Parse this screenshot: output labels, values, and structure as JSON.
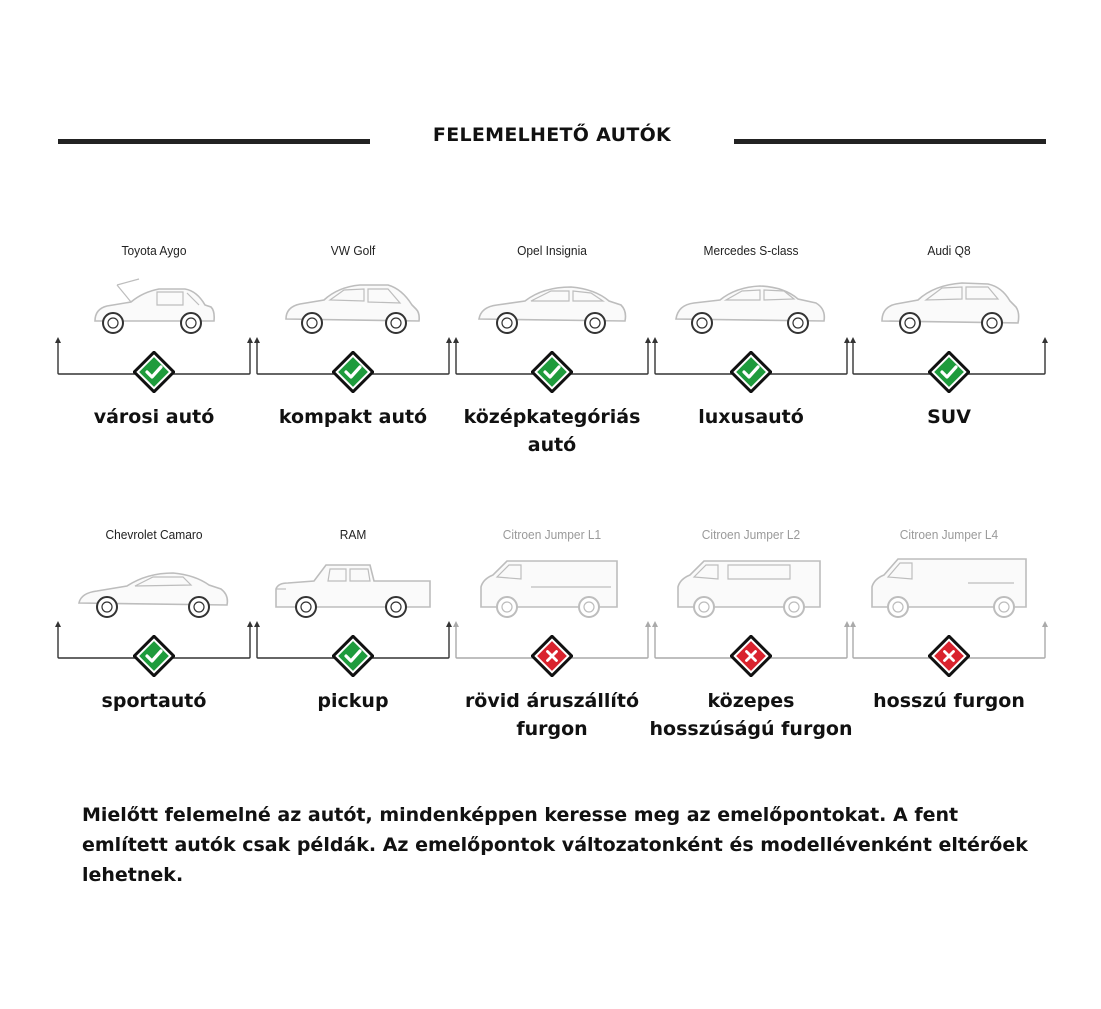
{
  "header": {
    "title": "FELEMELHETŐ AUTÓK"
  },
  "rows": [
    [
      {
        "model": "Toyota Aygo",
        "category": "városi autó",
        "liftable": true,
        "icon": "hatchback-hood-open-icon"
      },
      {
        "model": "VW Golf",
        "category": "kompakt autó",
        "liftable": true,
        "icon": "hatchback-icon"
      },
      {
        "model": "Opel Insignia",
        "category": "középkategóriás autó",
        "liftable": true,
        "icon": "fastback-sedan-icon"
      },
      {
        "model": "Mercedes S-class",
        "category": "luxusautó",
        "liftable": true,
        "icon": "sedan-icon"
      },
      {
        "model": "Audi Q8",
        "category": "SUV",
        "liftable": true,
        "icon": "suv-icon"
      }
    ],
    [
      {
        "model": "Chevrolet Camaro",
        "category": "sportautó",
        "liftable": true,
        "icon": "coupe-icon"
      },
      {
        "model": "RAM",
        "category": "pickup",
        "liftable": true,
        "icon": "pickup-truck-icon"
      },
      {
        "model": "Citroen Jumper L1",
        "category": "rövid áruszállító furgon",
        "liftable": false,
        "icon": "short-van-icon"
      },
      {
        "model": "Citroen Jumper L2",
        "category": "közepes hosszúságú furgon",
        "liftable": false,
        "icon": "medium-van-icon"
      },
      {
        "model": "Citroen Jumper L4",
        "category": "hosszú furgon",
        "liftable": false,
        "icon": "long-van-icon"
      }
    ]
  ],
  "note": "Mielőtt felemelné az autót, mindenképpen keresse meg az emelőpontokat. A fent említett autók csak példák. Az emelőpontok változatonként és modellévenként eltérőek lehetnek.",
  "colors": {
    "ok": "#1e9b3c",
    "no": "#d9232e",
    "badge_border": "#111111",
    "disabled_gray": "#bdbdbd"
  }
}
